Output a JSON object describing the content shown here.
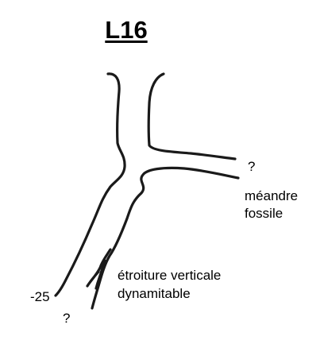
{
  "title": "L16",
  "labels": {
    "question_right": "?",
    "meander_line1": "méandre",
    "meander_line2": "fossile",
    "depth": "-25",
    "question_bottom": "?",
    "squeeze_line1": "étroiture verticale",
    "squeeze_line2": "dynamitable"
  }
}
